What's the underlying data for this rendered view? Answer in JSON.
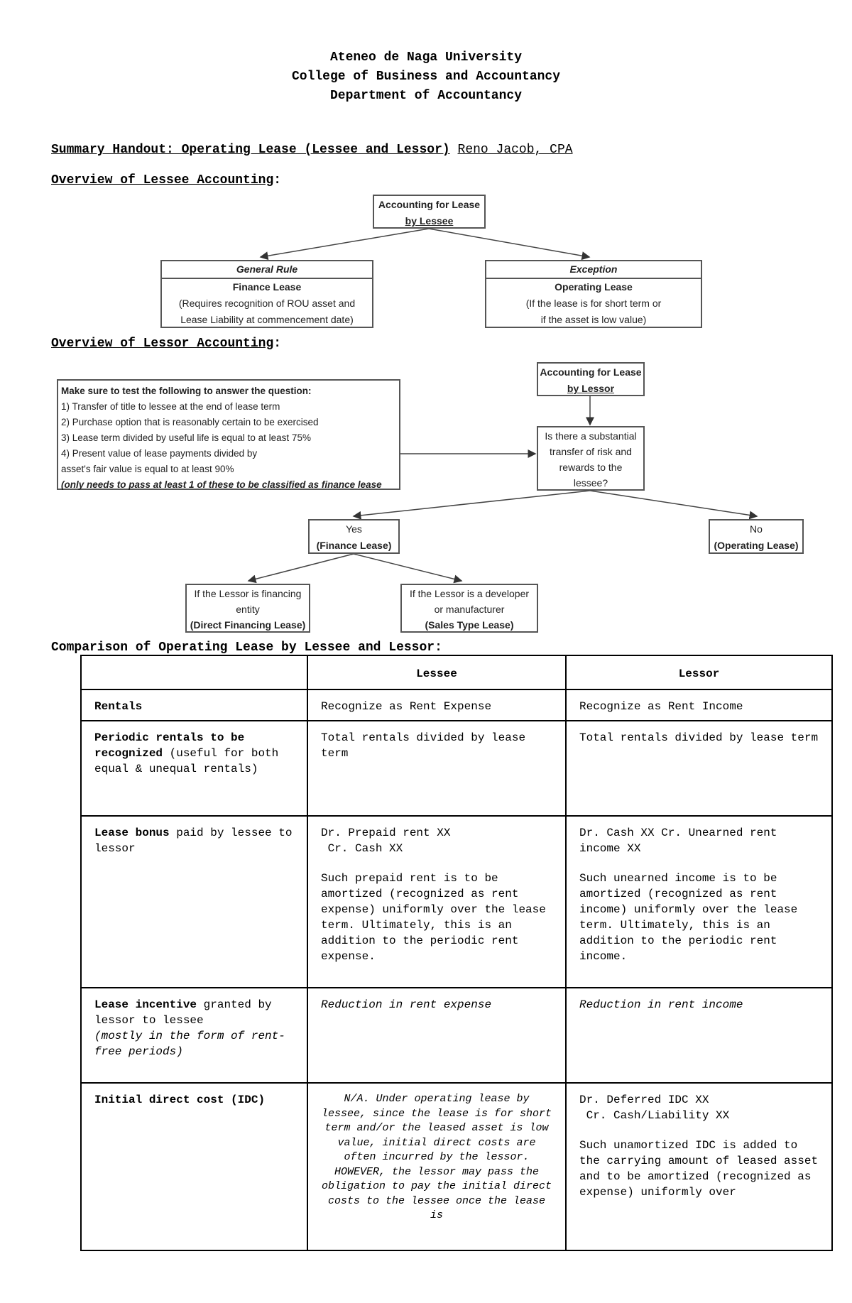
{
  "header": {
    "line1": "Ateneo de Naga University",
    "line2": "College of Business and Accountancy",
    "line3": "Department of Accountancy"
  },
  "handout": {
    "title": "Summary Handout: Operating Lease (Lessee and Lessor)",
    "author": "Reno Jacob, CPA"
  },
  "sections": {
    "lessee_overview": "Overview of Lessee Accounting",
    "lessor_overview": "Overview of Lessor Accounting",
    "comparison": "Comparison of Operating Lease by Lessee and Lessor:",
    "colon": ":"
  },
  "lessee_diagram": {
    "root": [
      "Accounting for Lease",
      "by Lessee"
    ],
    "general": {
      "heading": "General Rule",
      "lines": [
        "Finance Lease",
        "(Requires recognition of ROU asset and",
        "Lease Liability at commencement date)"
      ]
    },
    "exception": {
      "heading": "Exception",
      "lines": [
        "Operating Lease",
        "(If the lease is for short term or",
        "if the asset is low value)"
      ]
    }
  },
  "lessor_diagram": {
    "tests": {
      "lines": [
        "Make sure to test the following to answer the question:",
        "1) Transfer of title to lessee at the end of lease term",
        "2) Purchase option that is reasonably certain to be exercised",
        "3) Lease term divided by useful life is equal to at least 75%",
        "4) Present value of lease payments divided by",
        "asset's fair value is equal to at least 90%",
        "(only needs to pass at least 1 of these to be classified as finance lease"
      ]
    },
    "root": [
      "Accounting for Lease",
      "by Lessor"
    ],
    "question": [
      "Is there a substantial",
      "transfer of risk and",
      "rewards to the",
      "lessee?"
    ],
    "yes": [
      "Yes",
      "(Finance Lease)"
    ],
    "no": [
      "No",
      "(Operating Lease)"
    ],
    "direct": [
      "If the Lessor is financing",
      "entity",
      "(Direct Financing Lease)"
    ],
    "sales": [
      "If the Lessor is a developer",
      "or manufacturer",
      "(Sales Type Lease)"
    ]
  },
  "table": {
    "headers": [
      "",
      "Lessee",
      "Lessor"
    ],
    "rows": {
      "rentals": {
        "label": "Rentals",
        "lessee": "Recognize as Rent Expense",
        "lessor": "Recognize as Rent Income"
      },
      "periodic": {
        "label_bold": "Periodic rentals to be recognized",
        "label_rest": "(useful for both equal & unequal rentals)",
        "lessee": "Total rentals divided by lease term",
        "lessor": "Total rentals divided by lease term"
      },
      "bonus": {
        "label_bold": "Lease bonus",
        "label_rest": " paid by lessee to lessor",
        "lessee_entry1": "Dr. Prepaid rent XX",
        "lessee_entry2": " Cr. Cash XX",
        "lessee_note": "Such prepaid rent is to be amortized (recognized as rent expense) uniformly over the lease term. Ultimately, this is an addition to the periodic rent expense.",
        "lessor_entry": "Dr. Cash XX  Cr. Unearned rent income XX",
        "lessor_note": "Such unearned income is to be amortized (recognized as rent income) uniformly over the lease term. Ultimately, this is an addition to the periodic rent income."
      },
      "incentive": {
        "label_bold": "Lease incentive",
        "label_rest": " granted by lessor to lessee",
        "label_italic": "(mostly in the form of rent-free periods)",
        "lessee": "Reduction in rent expense",
        "lessor": "Reduction in rent income"
      },
      "idc": {
        "label": "Initial direct cost (IDC)",
        "lessee": "N/A. Under operating lease by lessee, since the lease is for short term and/or the leased asset is low value, initial direct costs are often incurred by the lessor. HOWEVER, the lessor may pass the obligation to pay the initial direct costs to the lessee once the lease is",
        "lessor_entry1": "Dr. Deferred IDC XX",
        "lessor_entry2": " Cr. Cash/Liability XX",
        "lessor_note": "Such unamortized IDC is added to the carrying amount of leased asset and to be amortized (recognized as expense) uniformly over"
      }
    }
  }
}
